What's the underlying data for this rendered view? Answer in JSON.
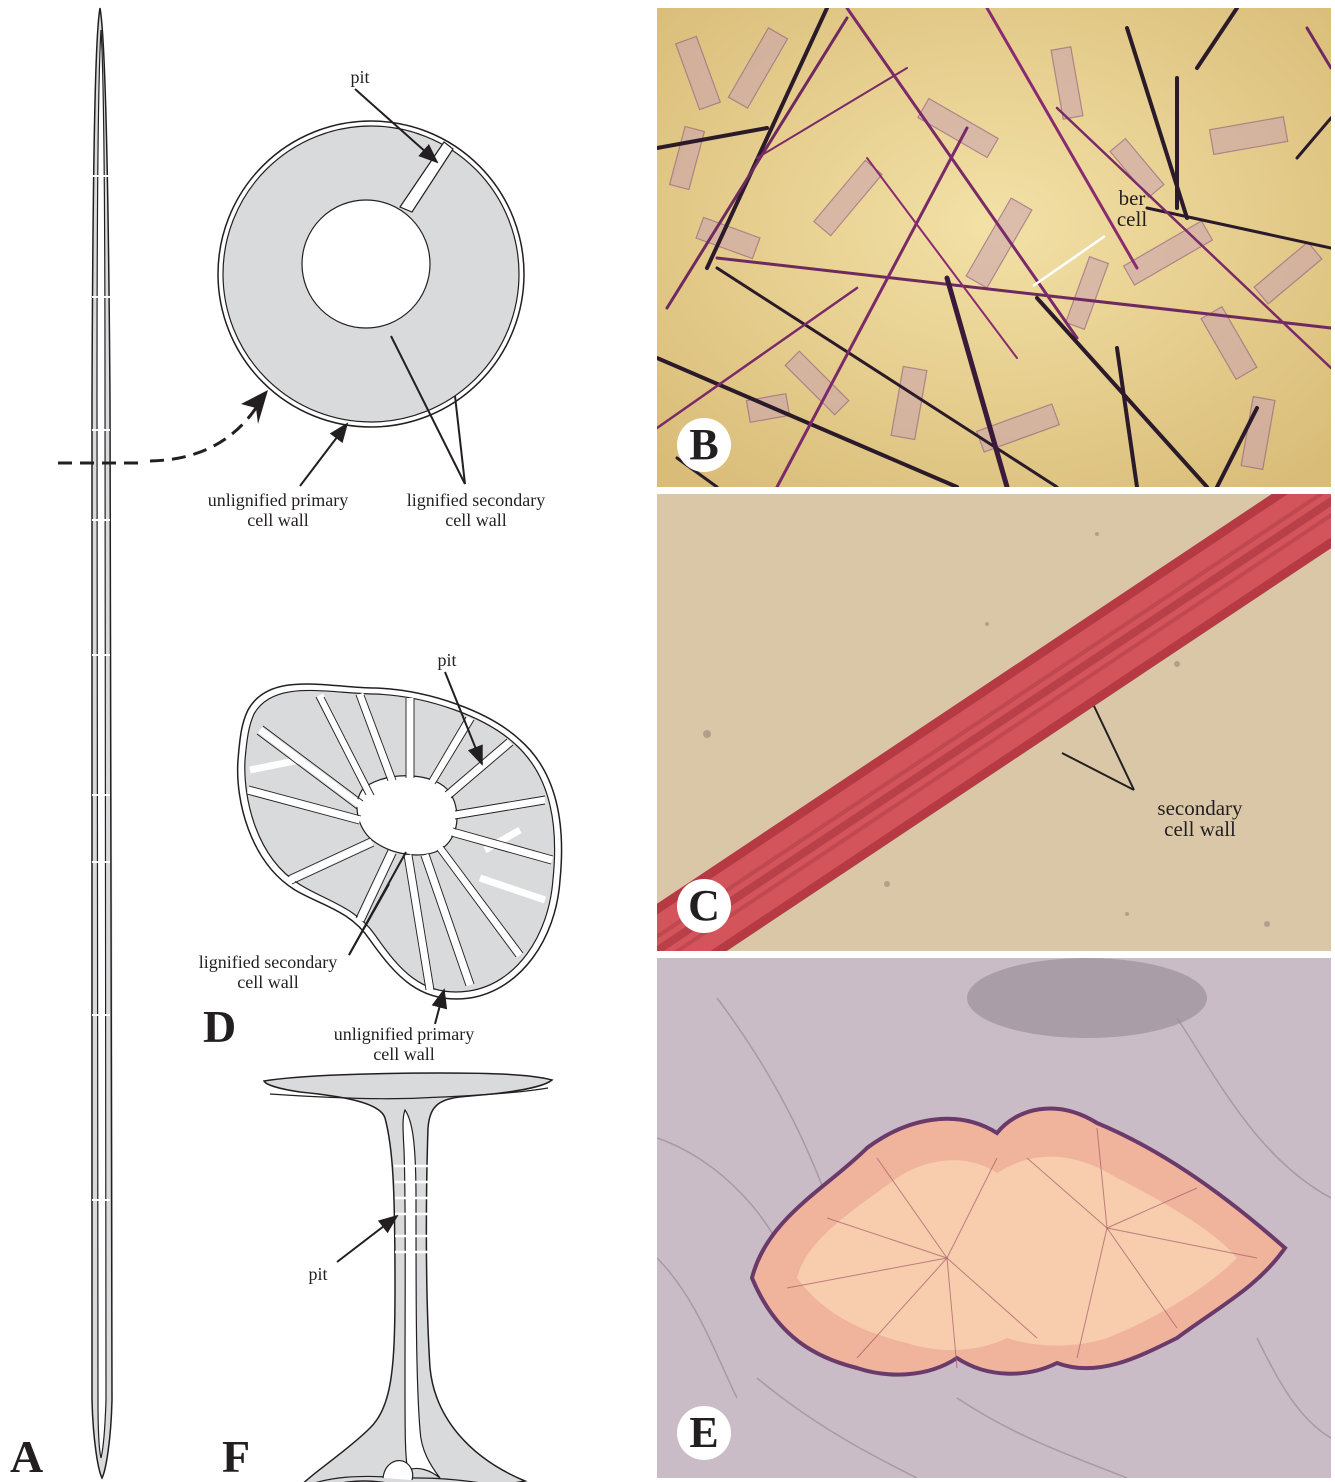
{
  "panels": {
    "A": {
      "letter": "A"
    },
    "B": {
      "letter": "B",
      "labels": {
        "ber_cell_line1": "ber",
        "ber_cell_line2": "cell"
      }
    },
    "C": {
      "letter": "C",
      "labels": {
        "secondary_line1": "secondary",
        "secondary_line2": "cell wall"
      }
    },
    "D": {
      "letter": "D",
      "labels": {
        "pit": "pit",
        "lignified_line1": "lignified secondary",
        "lignified_line2": "cell wall",
        "unlignified_line1": "unlignified primary",
        "unlignified_line2": "cell wall"
      }
    },
    "E": {
      "letter": "E"
    },
    "F": {
      "letter": "F",
      "labels": {
        "pit": "pit"
      }
    },
    "circle": {
      "labels": {
        "pit": "pit",
        "unlignified_line1": "unlignified primary",
        "unlignified_line2": "cell wall",
        "lignified_line1": "lignified secondary",
        "lignified_line2": "cell wall"
      }
    }
  },
  "colors": {
    "cell_wall_fill": "#d9dadc",
    "outline": "#231f20",
    "photo_B_bg": "#ecd79a",
    "photo_C_bg": "#d9c7a8",
    "photo_C_fiber": "#c8464a",
    "photo_E_bg": "#c9bcc6",
    "photo_E_crystal": "#f0b49c"
  }
}
